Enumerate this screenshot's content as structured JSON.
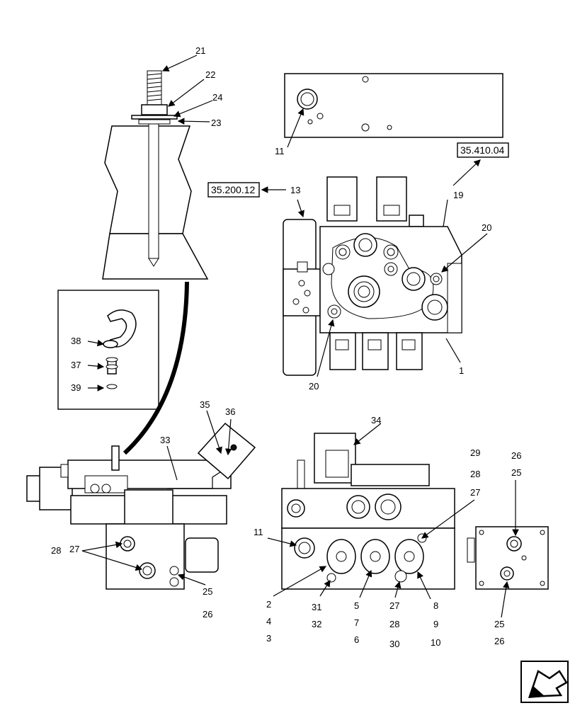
{
  "callouts": {
    "c21": "21",
    "c22": "22",
    "c24": "24",
    "c23": "23",
    "c11_top": "11",
    "c13": "13",
    "c19": "19",
    "c20_right": "20",
    "c20_bottom": "20",
    "c1": "1",
    "c38": "38",
    "c37": "37",
    "c39": "39",
    "c35": "35",
    "c36": "36",
    "c33": "33",
    "c28_left": "28",
    "c27_left": "27",
    "c25_left": "25",
    "c26_left": "26",
    "c34": "34",
    "c29": "29",
    "c28_mid": "28",
    "c27_mid": "27",
    "c26_right_top": "26",
    "c25_right_top": "25",
    "c11_mid": "11",
    "c2": "2",
    "c4": "4",
    "c3": "3",
    "c31": "31",
    "c32": "32",
    "c5": "5",
    "c7": "7",
    "c6": "6",
    "c27_bot": "27",
    "c28_bot": "28",
    "c30": "30",
    "c8": "8",
    "c9": "9",
    "c10": "10",
    "c25_right_bot": "25",
    "c26_right_bot": "26"
  },
  "references": {
    "ref_3541004": "35.410.04",
    "ref_3520012": "35.200.12"
  },
  "nav": {
    "icon": "back-arrow-icon"
  }
}
